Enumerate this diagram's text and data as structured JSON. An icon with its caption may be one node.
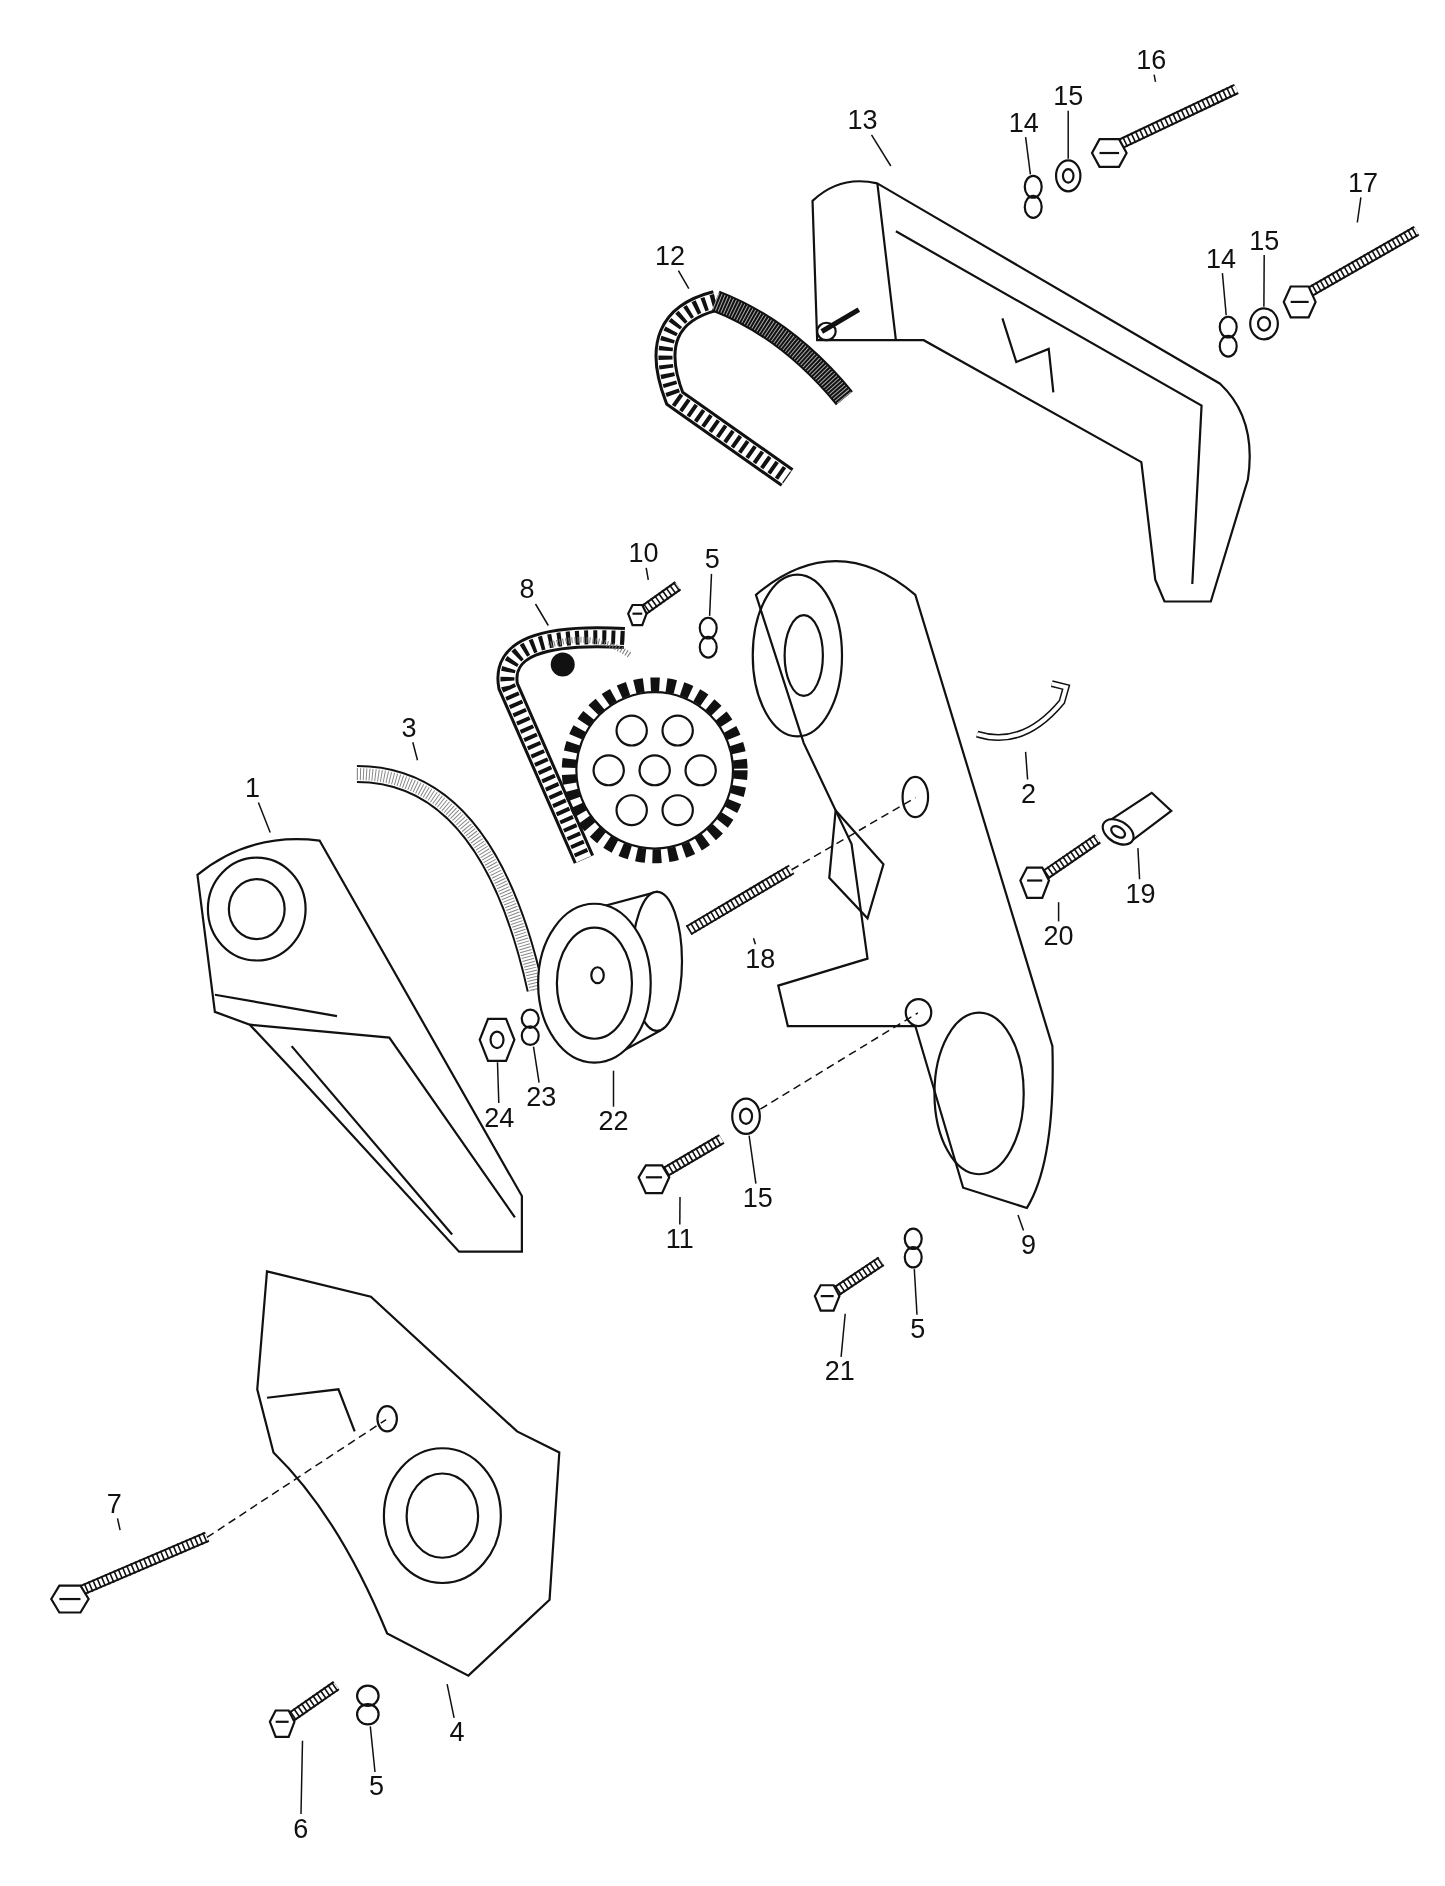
{
  "diagram": {
    "nodes": [
      {
        "text": [
          "16"
        ]
      },
      {
        "text": [],
        "shape": "picture"
      },
      {
        "text": [
          "15"
        ]
      },
      {
        "text": [],
        "shape": "picture"
      },
      {
        "text": [
          "13"
        ]
      },
      {
        "text": [],
        "shape": "picture"
      },
      {
        "text": [
          "14"
        ]
      },
      {
        "text": [],
        "shape": "circle"
      },
      {
        "text": [
          "17"
        ]
      },
      {
        "text": [],
        "shape": "picture"
      },
      {
        "text": [
          "15"
        ]
      },
      {
        "text": [],
        "shape": "picture"
      },
      {
        "text": [
          "12"
        ]
      },
      {
        "text": [],
        "shape": "picture"
      },
      {
        "text": [
          "14"
        ]
      },
      {
        "text": [],
        "shape": "circle"
      },
      {
        "text": [
          "10"
        ]
      },
      {
        "text": [],
        "shape": "picture"
      },
      {
        "text": [
          "5"
        ]
      },
      {
        "text": [],
        "shape": "circle"
      },
      {
        "text": [
          "8"
        ]
      },
      {
        "text": [],
        "shape": "picture"
      },
      {
        "text": [
          "3"
        ]
      },
      {
        "text": [],
        "shape": "picture"
      },
      {
        "text": [
          "1"
        ]
      },
      {
        "text": [],
        "shape": "picture"
      },
      {
        "text": [
          "2"
        ]
      },
      {
        "text": [],
        "shape": "picture"
      },
      {
        "text": [
          "19"
        ]
      },
      {
        "text": [],
        "shape": "picture"
      },
      {
        "text": [
          "20"
        ]
      },
      {
        "text": [],
        "shape": "picture"
      },
      {
        "text": [
          "18"
        ]
      },
      {
        "text": [],
        "shape": "picture"
      },
      {
        "text": [
          "23"
        ]
      },
      {
        "text": [],
        "shape": "circle"
      },
      {
        "text": [
          "24"
        ]
      },
      {
        "text": [],
        "shape": "picture"
      },
      {
        "text": [
          "22"
        ]
      },
      {
        "text": [],
        "shape": "picture"
      },
      {
        "text": [
          "15"
        ]
      },
      {
        "text": [],
        "shape": "picture"
      },
      {
        "text": [
          "11"
        ]
      },
      {
        "text": [],
        "shape": "picture"
      },
      {
        "text": [
          "9"
        ]
      },
      {
        "text": [],
        "shape": "picture"
      },
      {
        "text": [
          "5"
        ]
      },
      {
        "text": [],
        "shape": "circle"
      },
      {
        "text": [
          "21"
        ]
      },
      {
        "text": [],
        "shape": "picture"
      },
      {
        "text": [
          "7"
        ]
      },
      {
        "text": [],
        "shape": "picture"
      },
      {
        "text": [
          "4"
        ]
      },
      {
        "text": [],
        "shape": "picture"
      },
      {
        "text": [
          "5"
        ]
      },
      {
        "text": [],
        "shape": "circle"
      },
      {
        "text": [
          "6"
        ]
      },
      {
        "text": [],
        "shape": "picture"
      }
    ],
    "edges": [
      {
        "from": 0,
        "to": 1,
        "arrow": "none"
      },
      {
        "from": 2,
        "to": 3,
        "arrow": "none"
      },
      {
        "from": 4,
        "to": 5,
        "arrow": "none"
      },
      {
        "from": 6,
        "to": 7,
        "arrow": "none"
      },
      {
        "from": 8,
        "to": 9,
        "arrow": "none"
      },
      {
        "from": 10,
        "to": 11,
        "arrow": "none"
      },
      {
        "from": 12,
        "to": 13,
        "arrow": "none"
      },
      {
        "from": 14,
        "to": 15,
        "arrow": "none"
      },
      {
        "from": 16,
        "to": 17,
        "arrow": "none"
      },
      {
        "from": 18,
        "to": 19,
        "arrow": "none"
      },
      {
        "from": 20,
        "to": 21,
        "arrow": "none"
      },
      {
        "from": 22,
        "to": 23,
        "arrow": "none"
      },
      {
        "from": 24,
        "to": 25,
        "arrow": "none"
      },
      {
        "from": 26,
        "to": 27,
        "arrow": "none"
      },
      {
        "from": 28,
        "to": 29,
        "arrow": "none"
      },
      {
        "from": 30,
        "to": 31,
        "arrow": "none"
      },
      {
        "from": 32,
        "to": 33,
        "arrow": "none"
      },
      {
        "from": 34,
        "to": 35,
        "arrow": "none"
      },
      {
        "from": 36,
        "to": 37,
        "arrow": "none"
      },
      {
        "from": 38,
        "to": 39,
        "arrow": "none"
      },
      {
        "from": 40,
        "to": 41,
        "arrow": "none"
      },
      {
        "from": 42,
        "to": 43,
        "arrow": "none"
      },
      {
        "from": 44,
        "to": 45,
        "arrow": "none"
      },
      {
        "from": 46,
        "to": 47,
        "arrow": "none"
      },
      {
        "from": 48,
        "to": 49,
        "arrow": "none"
      },
      {
        "from": 50,
        "to": 51,
        "arrow": "none"
      },
      {
        "from": 52,
        "to": 53,
        "arrow": "none"
      },
      {
        "from": 54,
        "to": 55,
        "arrow": "none"
      },
      {
        "from": 56,
        "to": 57,
        "arrow": "none"
      },
      {
        "from": 51,
        "to": 53,
        "arrow": "none",
        "style": "dashed"
      },
      {
        "from": 33,
        "to": 45,
        "arrow": "none",
        "style": "dashed"
      },
      {
        "from": 41,
        "to": 45,
        "arrow": "none",
        "style": "dashed"
      }
    ]
  }
}
